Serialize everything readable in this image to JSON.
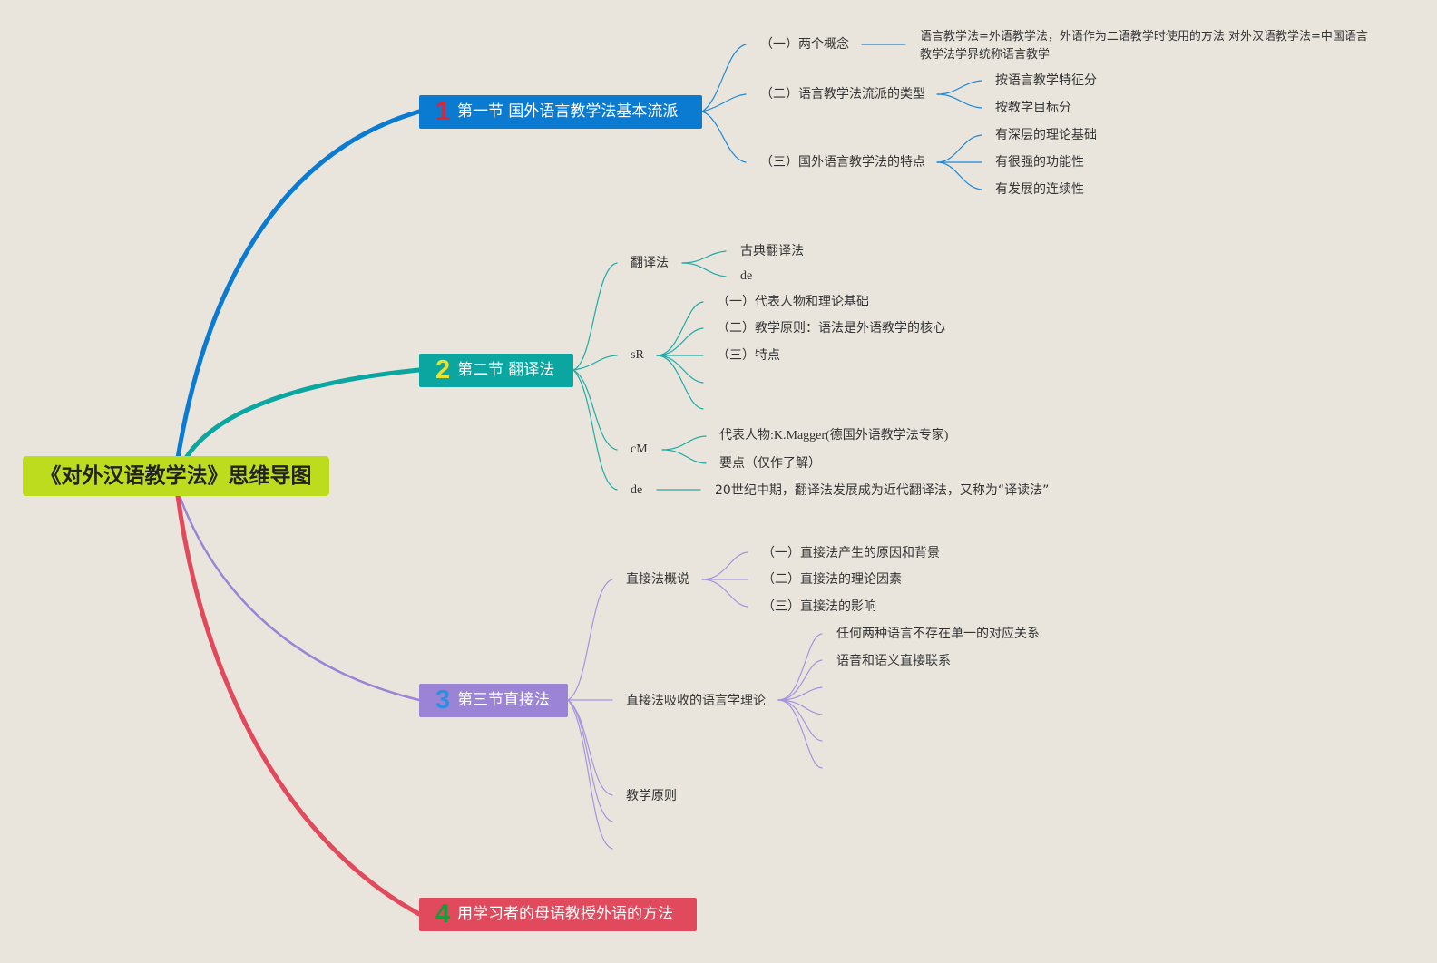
{
  "title": "《对外汉语教学法》思维导图",
  "colors": {
    "s1": "#0b7bd2",
    "s2": "#0ba6a0",
    "s3": "#9b83d6",
    "s4": "#e14a5c",
    "root": "#bedc1e"
  },
  "sections": [
    {
      "number": "1",
      "number_color": "#e02435",
      "label": "第一节 国外语言教学法基本流派",
      "children": [
        {
          "label": "（一）两个概念",
          "children": [
            {
              "label": "语言教学法=外语教学法，外语作为二语教学时使用的方法 对外汉语教学法=中国语言教学法学界统称语言教学"
            }
          ]
        },
        {
          "label": "（二）语言教学法流派的类型",
          "children": [
            {
              "label": "按语言教学特征分"
            },
            {
              "label": "按教学目标分"
            }
          ]
        },
        {
          "label": "（三）国外语言教学法的特点",
          "children": [
            {
              "label": "有深层的理论基础"
            },
            {
              "label": "有很强的功能性"
            },
            {
              "label": "有发展的连续性"
            }
          ]
        }
      ]
    },
    {
      "number": "2",
      "number_color": "#e7e22d",
      "label": "第二节 翻译法",
      "children": [
        {
          "label": "翻译法",
          "children": [
            {
              "label": "古典翻译法"
            },
            {
              "label": "de"
            }
          ]
        },
        {
          "label": "sR",
          "children": [
            {
              "label": "（一）代表人物和理论基础"
            },
            {
              "label": "（二）教学原则：语法是外语教学的核心"
            },
            {
              "label": "（三）特点"
            },
            {
              "label": ""
            },
            {
              "label": ""
            }
          ]
        },
        {
          "label": "cM",
          "children": [
            {
              "label": "代表人物:K.Magger(德国外语教学法专家)"
            },
            {
              "label": "要点（仅作了解）"
            }
          ]
        },
        {
          "label": "de",
          "children": [
            {
              "label": "20世纪中期，翻译法发展成为近代翻译法，又称为“译读法”"
            }
          ]
        }
      ]
    },
    {
      "number": "3",
      "number_color": "#2d8fe0",
      "label": "第三节直接法",
      "children": [
        {
          "label": "直接法概说",
          "children": [
            {
              "label": "（一）直接法产生的原因和背景"
            },
            {
              "label": "（二）直接法的理论因素"
            },
            {
              "label": "（三）直接法的影响"
            }
          ]
        },
        {
          "label": "直接法吸收的语言学理论",
          "children": [
            {
              "label": "任何两种语言不存在单一的对应关系"
            },
            {
              "label": "语音和语义直接联系"
            },
            {
              "label": ""
            },
            {
              "label": ""
            },
            {
              "label": ""
            },
            {
              "label": ""
            }
          ]
        },
        {
          "label": "教学原则"
        },
        {
          "label": ""
        }
      ]
    },
    {
      "number": "4",
      "number_color": "#1c9a3a",
      "label": "用学习者的母语教授外语的方法",
      "children": []
    }
  ]
}
